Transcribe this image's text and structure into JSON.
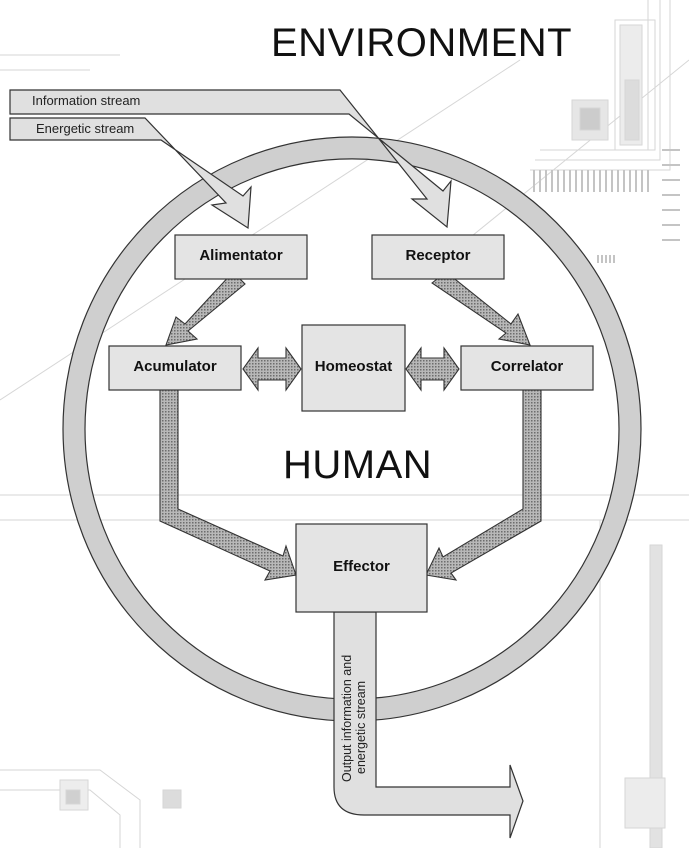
{
  "environment_label": "ENVIRONMENT",
  "human_label": "HUMAN",
  "streams": {
    "information": "Information stream",
    "energetic": "Energetic stream",
    "output_line1": "Output information and",
    "output_line2": "energetic stream"
  },
  "boxes": {
    "alimentator": "Alimentator",
    "receptor": "Receptor",
    "acumulator": "Acumulator",
    "homeostat": "Homeostat",
    "correlator": "Correlator",
    "effector": "Effector"
  },
  "colors": {
    "box_fill": "#e4e4e4",
    "ring": "#cfcfcf",
    "stream_fill": "#e0e0e0",
    "arrow_fill": "#9a9a9a",
    "outline": "#333333",
    "background_deco": "#d9d9d9"
  }
}
